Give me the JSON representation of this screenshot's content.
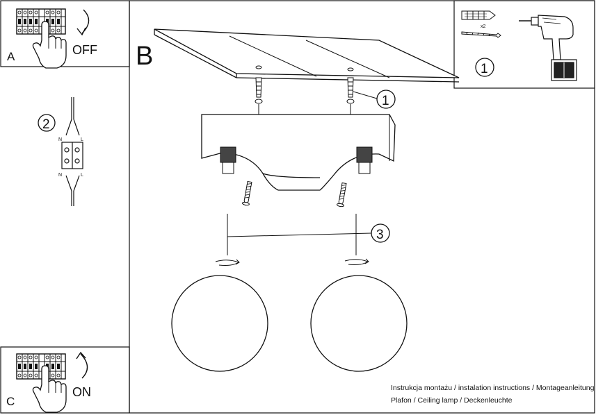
{
  "panels": {
    "a": {
      "letter": "A",
      "action": "OFF"
    },
    "b": {
      "letter": "B"
    },
    "c": {
      "letter": "C",
      "action": "ON"
    }
  },
  "steps": [
    "1",
    "2",
    "3"
  ],
  "tools": {
    "anchor_quantity": "x2"
  },
  "wiring": {
    "neutral": "N",
    "live": "L"
  },
  "footer": {
    "line1": "Instrukcja montażu / instalation instructions / Montageanleitung",
    "line2": "Plafon / Ceiling lamp / Deckenleuchte"
  }
}
